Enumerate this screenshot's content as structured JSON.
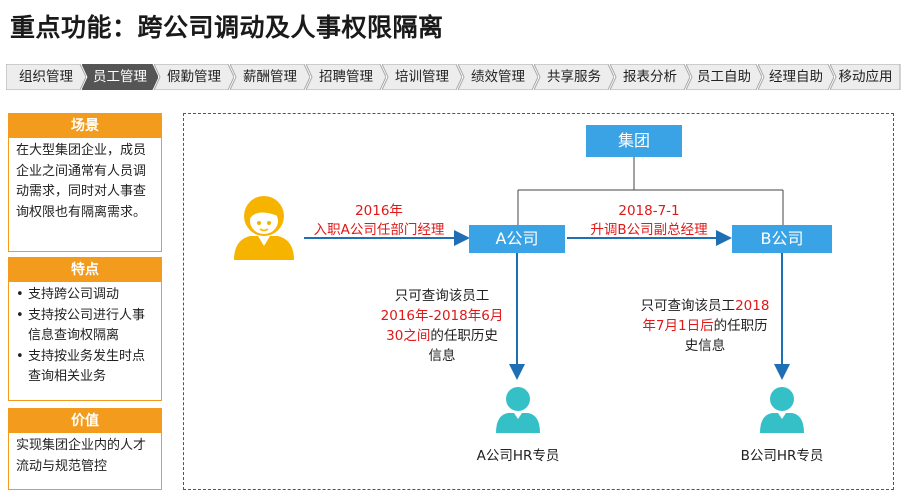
{
  "title": "重点功能：跨公司调动及人事权限隔离",
  "tabs": [
    "组织管理",
    "员工管理",
    "假勤管理",
    "薪酬管理",
    "招聘管理",
    "培训管理",
    "绩效管理",
    "共享服务",
    "报表分析",
    "员工自助",
    "经理自助",
    "移动应用"
  ],
  "active_tab": "员工管理",
  "sidebar": {
    "scene": {
      "header": "场景",
      "text": "在大型集团企业，成员企业之间通常有人员调动需求，同时对人事查询权限也有隔离需求。"
    },
    "features": {
      "header": "特点",
      "items": [
        "支持跨公司调动",
        "支持按公司进行人事信息查询权隔离",
        "支持按业务发生时点查询相关业务"
      ]
    },
    "value": {
      "header": "价值",
      "text": "实现集团企业内的人才流动与规范管控"
    }
  },
  "diagram": {
    "group": "集团",
    "company_a": "A公司",
    "company_b": "B公司",
    "join_year": "2016年",
    "join_desc": "入职A公司任部门经理",
    "promo_date": "2018-7-1",
    "promo_desc": "升调B公司副总经理",
    "a_query_1": "只可查询该员工",
    "a_query_red": "2016年-2018年6月30之间",
    "a_query_2": "的任职历史信息",
    "b_query_1": "只可查询该员工",
    "b_query_red": "2018年7月1日后",
    "b_query_2": "的任职历史信息",
    "hr_a": "A公司HR专员",
    "hr_b": "B公司HR专员",
    "colors": {
      "accent": "#f29b1d",
      "box": "#3aa3e6",
      "arrow": "#1f6fb5",
      "hr_icon": "#35c0c8",
      "person": "#f6b400",
      "highlight": "#e01818"
    }
  }
}
